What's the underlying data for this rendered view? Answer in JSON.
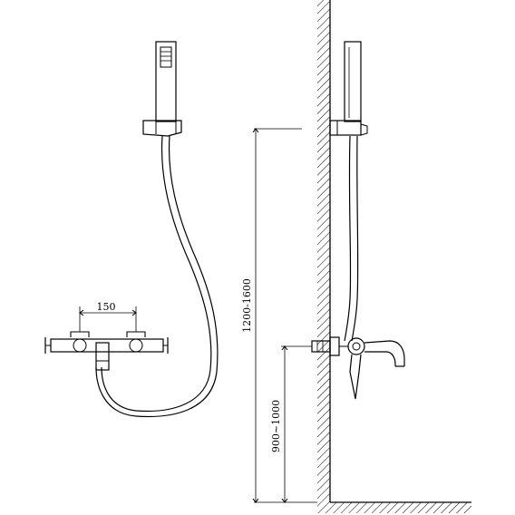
{
  "dimensions": {
    "valve_spacing": "150",
    "shower_height": "1200-1600",
    "valve_height": "900~1000"
  },
  "colors": {
    "line": "#000000",
    "background": "#ffffff"
  }
}
